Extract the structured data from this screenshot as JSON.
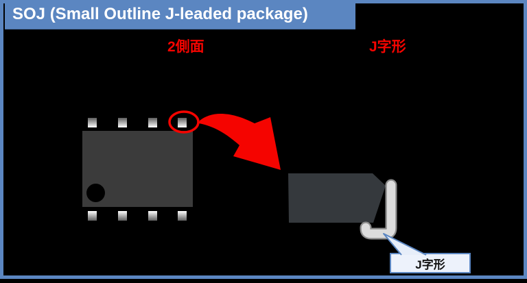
{
  "title_bar": {
    "title": "SOJ (Small Outline J-leaded package)"
  },
  "views": {
    "top_view_label": "2側面",
    "lead_shape_label": "J字形"
  },
  "callout": {
    "label": "J字形"
  },
  "icons": {
    "chip": "soj-package-top-view",
    "pin1_marker": "pin1-indicator-dot",
    "highlight": "highlight-ellipse",
    "arrow": "zoom-curved-arrow",
    "lead": "j-shaped-lead-side-view"
  },
  "colors": {
    "frame_blue": "#5b86c1",
    "title_text": "#ffffff",
    "highlight_red": "#f50400",
    "chip_body_gray": "#3b3b3b",
    "enlarged_body_gray": "#35393d",
    "lead_silver": "#dcdcdc",
    "callout_fill": "#edf2fb",
    "background": "#000000"
  }
}
